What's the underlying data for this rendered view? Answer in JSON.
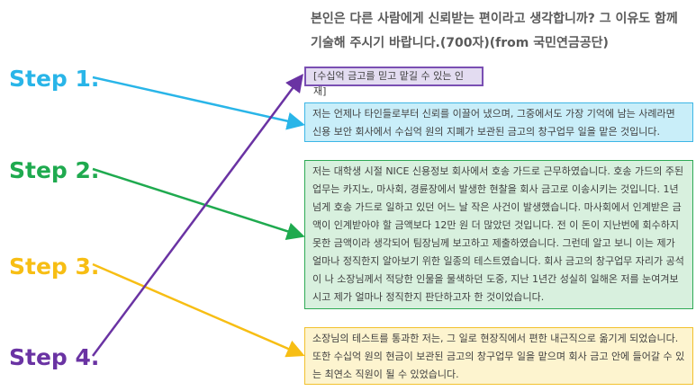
{
  "question": "본인은 다른 사람에게 신뢰받는 편이라고 생각합니까? 그 이유도 함께 기술해 주시기 바랍니다.(700자)(from 국민연금공단)",
  "steps": [
    {
      "label": "Step 1.",
      "color": "#29b5e8"
    },
    {
      "label": "Step 2.",
      "color": "#1faa4f"
    },
    {
      "label": "Step 3.",
      "color": "#f7be14"
    },
    {
      "label": "Step 4.",
      "color": "#6a33a3"
    }
  ],
  "keyword": "[수십억 금고를 믿고 맡길 수 있는 인재]",
  "paragraphs": {
    "p1": "저는 언제나 타인들로부터 신뢰를 이끌어 냈으며, 그중에서도 가장 기억에 남는 사례라면 신용 보안 회사에서 수십억 원의 지폐가 보관된 금고의 창구업무 일을 맡은 것입니다.",
    "p2": "저는 대학생 시절 NICE 신용정보 회사에서 호송 가드로 근무하였습니다. 호송 가드의 주된 업무는 카지노, 마사회, 경륜장에서 발생한 현찰을 회사 금고로 이송시키는 것입니다. 1년 넘게 호송 가드로 일하고 있던 어느 날 작은 사건이 발생했습니다. 마사회에서 인계받은 금액이 인계받아야 할 금액보다 12만 원 더 많았던 것입니다. 전 이 돈이 지난번에 회수하지 못한 금액이라 생각되어 팀장님께 보고하고 제출하였습니다. 그런데 알고 보니 이는 제가 얼마나 정직한지 알아보기 위한 일종의 테스트였습니다. 회사 금고의 창구업무 자리가 공석이 나 소장님께서 적당한 인물을 물색하던 도중, 지난 1년간 성실히 일해온 저를 눈여겨보시고 제가 얼마나 정직한지 판단하고자 한 것이었습니다.",
    "p3": "소장님의 테스트를 통과한 저는, 그 일로 현장직에서 편한 내근직으로 옮기게 되었습니다. 또한 수십억 원의 현금이 보관된 금고의 창구업무 일을 맡으며 회사 금고 안에 들어갈 수 있는 최연소 직원이 될 수 있었습니다."
  }
}
